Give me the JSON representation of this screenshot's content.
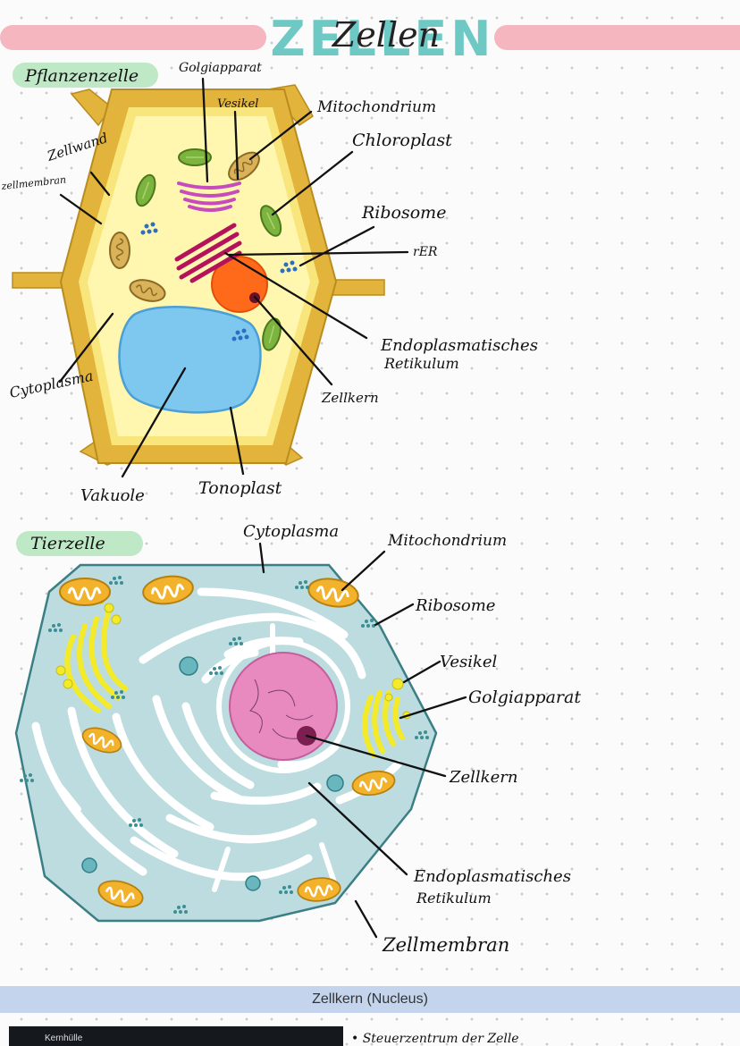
{
  "header": {
    "title": "ZELLEN",
    "title_script": "Zellen",
    "band_color": "#f5b6c0",
    "title_color": "#6ec9c5"
  },
  "plant": {
    "tag": "Pflanzenzelle",
    "labels": {
      "golgi": "Golgiapparat",
      "vesikel": "Vesikel",
      "mito": "Mitochondrium",
      "chloro": "Chloroplast",
      "zellwand": "Zellwand",
      "membran": "zellmembran",
      "ribosome": "Ribosome",
      "rer": "rER",
      "er1": "Endoplasmatisches",
      "er2": "Retikulum",
      "zellkern": "Zellkern",
      "cytoplasma": "Cytoplasma",
      "vakuole": "Vakuole",
      "tonoplast": "Tonoplast"
    }
  },
  "animal": {
    "tag": "Tierzelle",
    "labels": {
      "cytoplasma": "Cytoplasma",
      "mito": "Mitochondrium",
      "ribosome": "Ribosome",
      "vesikel": "Vesikel",
      "golgi": "Golgiapparat",
      "zellkern": "Zellkern",
      "er1": "Endoplasmatisches",
      "er2": "Retikulum",
      "membran": "Zellmembran"
    }
  },
  "colors": {
    "tag_bg": "#bfe8c6",
    "plant_wall": "#e2b43c",
    "plant_cyto": "#fff6b0",
    "vacuole": "#7ec8ef",
    "nucleus_plant": "#ff6a1a",
    "er_plant": "#b5125c",
    "chloroplast": "#7db43f",
    "animal_cyto": "#bcdcdf",
    "animal_nucleus": "#e889c0",
    "mito_animal": "#f2b22c",
    "golgi_animal": "#f3ea2a"
  },
  "section": {
    "title": "Zellkern (Nucleus)",
    "image_caption": "Kernhülle",
    "bullet": "Steuerzentrum der Zelle"
  }
}
